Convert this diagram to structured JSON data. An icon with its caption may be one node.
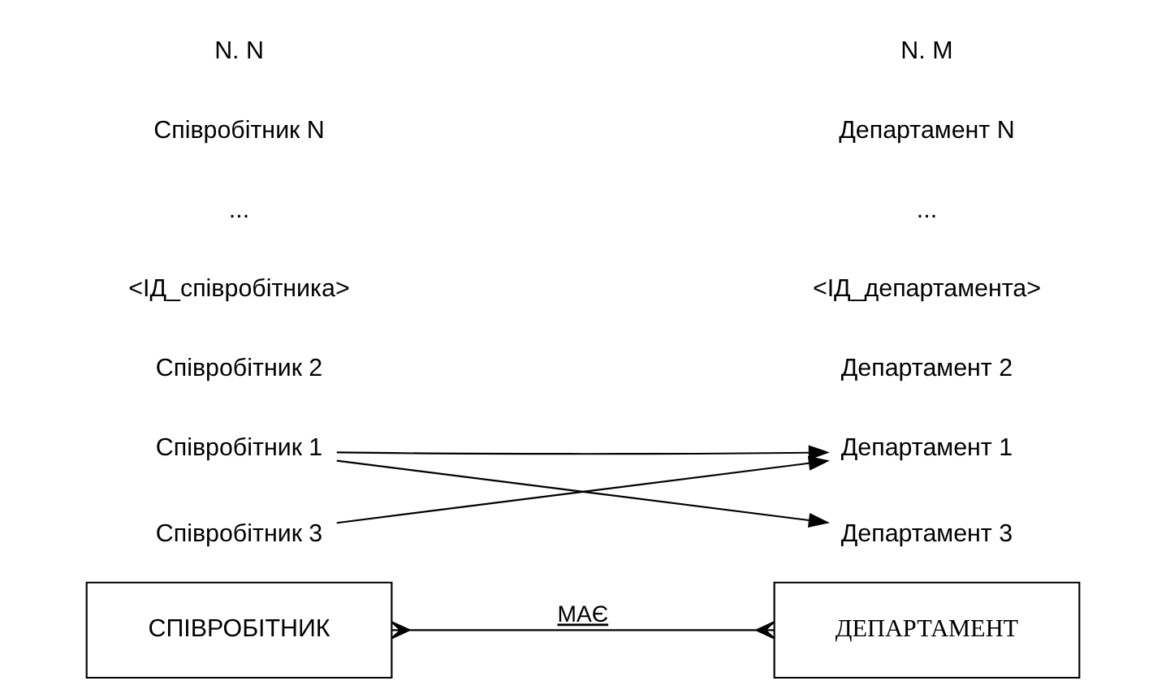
{
  "diagram": {
    "nodes": [
      {
        "text": [
          "СПІВРОБІТНИК"
        ]
      },
      {
        "text": [
          "ДЕПАРТАМЕНТ"
        ]
      },
      {
        "text": [
          "Співробітник 1"
        ]
      },
      {
        "text": [
          "Співробітник 2"
        ]
      },
      {
        "text": [
          "Співробітник 3"
        ]
      },
      {
        "text": [
          "Департамент 1"
        ]
      },
      {
        "text": [
          "Департамент 2"
        ]
      },
      {
        "text": [
          "Департамент 3"
        ]
      }
    ],
    "edges": [
      {
        "from": 0,
        "to": 1,
        "arrow": "other",
        "label": "МАЄ"
      },
      {
        "from": 2,
        "to": 5,
        "arrow": "to"
      },
      {
        "from": 2,
        "to": 7,
        "arrow": "to"
      },
      {
        "from": 4,
        "to": 5,
        "arrow": "to"
      }
    ],
    "labels": [
      "<ІД_співробітника>",
      "<ІД_департамента>",
      "...",
      "...",
      "Співробітник N",
      "Департамент N",
      "N. N",
      "N. M"
    ]
  }
}
